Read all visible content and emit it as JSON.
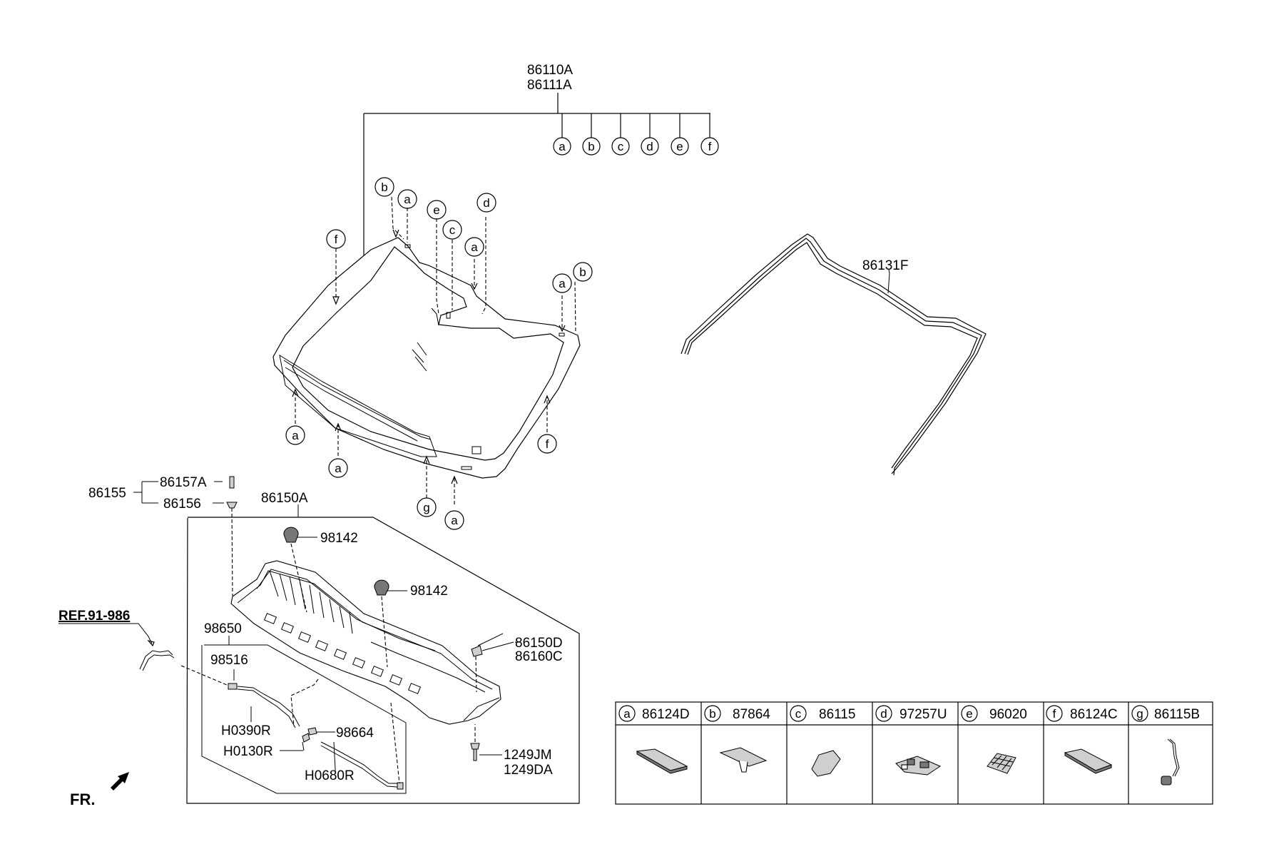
{
  "header_part_numbers": [
    "86110A",
    "86111A"
  ],
  "header_callouts": [
    "a",
    "b",
    "c",
    "d",
    "e",
    "f"
  ],
  "windshield_callouts": {
    "top_b": "b",
    "top_a": "a",
    "top_e": "e",
    "top_c": "c",
    "top_d": "d",
    "mid_a": "a",
    "left_f": "f",
    "right_a": "a",
    "right_b": "b",
    "bottom_a1": "a",
    "bottom_a2": "a",
    "right_f": "f",
    "bottom_g": "g",
    "bottom_a3": "a"
  },
  "moulding_label": "86131F",
  "cowl": {
    "assembly_label": "86150A",
    "group_label": "86155",
    "clip_top_label": "86157A",
    "clip_bottom_label": "86156",
    "nozzle_label_1": "98142",
    "nozzle_label_2": "98142",
    "side_cover_labels": [
      "86150D",
      "86160C"
    ],
    "screw_labels": [
      "1249JM",
      "1249DA"
    ],
    "washer_hose_group": "98650",
    "connector_label": "98516",
    "hose_1": "H0390R",
    "joint_label": "98664",
    "hose_2": "H0130R",
    "hose_3": "H0680R",
    "ref_label": "REF.91-986"
  },
  "front_label": "FR.",
  "parts_table": [
    {
      "letter": "a",
      "part": "86124D",
      "icon": "wide-pad-icon"
    },
    {
      "letter": "b",
      "part": "87864",
      "icon": "clip-icon"
    },
    {
      "letter": "c",
      "part": "86115",
      "icon": "bracket-icon"
    },
    {
      "letter": "d",
      "part": "97257U",
      "icon": "sensor-bracket-icon"
    },
    {
      "letter": "e",
      "part": "96020",
      "icon": "antenna-grid-icon"
    },
    {
      "letter": "f",
      "part": "86124C",
      "icon": "pad-icon"
    },
    {
      "letter": "g",
      "part": "86115B",
      "icon": "wire-connector-icon"
    }
  ]
}
